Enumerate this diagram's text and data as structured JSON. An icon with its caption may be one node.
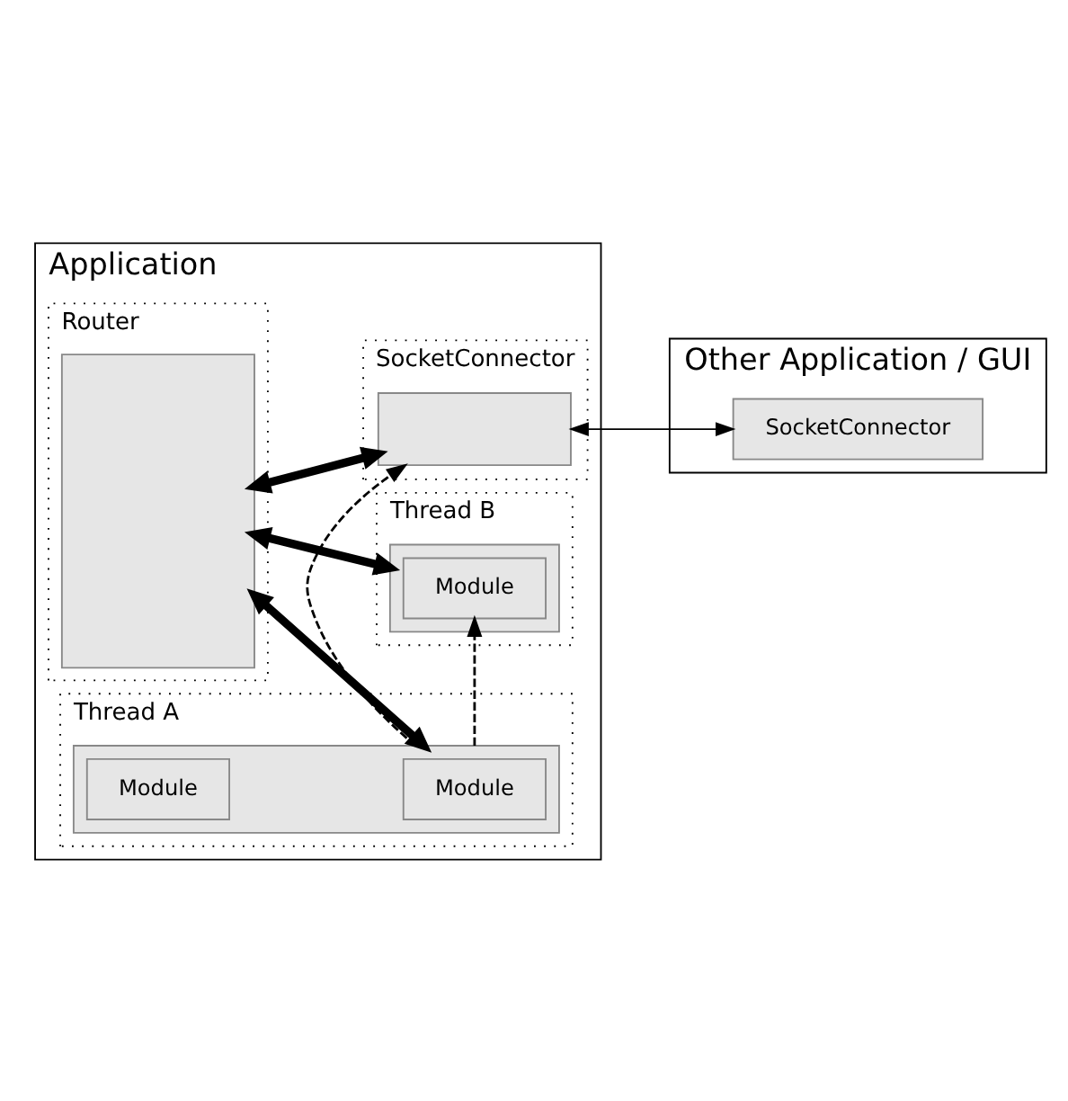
{
  "diagram": {
    "nodes": [
      {
        "text": [
          "Application"
        ]
      },
      {
        "text": [
          "Router"
        ],
        "in": 0
      },
      {
        "text": [],
        "shape": "box",
        "in": 1
      },
      {
        "text": [
          "Thread A"
        ],
        "in": 0
      },
      {
        "text": [],
        "shape": "box",
        "in": 3
      },
      {
        "text": [
          "Module"
        ],
        "in": 4
      },
      {
        "text": [
          "Module"
        ],
        "in": 4
      },
      {
        "text": [
          "Thread B"
        ],
        "in": 0
      },
      {
        "text": [],
        "shape": "box",
        "in": 7
      },
      {
        "text": [
          "Module"
        ],
        "in": 8
      },
      {
        "text": [
          "SocketConnector"
        ],
        "in": 0
      },
      {
        "text": [],
        "shape": "box",
        "in": 10
      },
      {
        "text": [
          "Other Application / GUI"
        ]
      },
      {
        "text": [
          "SocketConnector"
        ],
        "in": 12
      }
    ],
    "edges": [
      {
        "from": 2,
        "to": 4,
        "arrow": "both",
        "style": "thick"
      },
      {
        "from": 2,
        "to": 8,
        "arrow": "both",
        "style": "thick"
      },
      {
        "from": 2,
        "to": 11,
        "arrow": "both",
        "style": "thick"
      },
      {
        "from": 4,
        "to": 9,
        "arrow": "to",
        "style": "dashed"
      },
      {
        "from": 4,
        "to": 11,
        "arrow": "to",
        "style": "dashed"
      },
      {
        "from": 11,
        "to": 13,
        "arrow": "both"
      }
    ]
  }
}
